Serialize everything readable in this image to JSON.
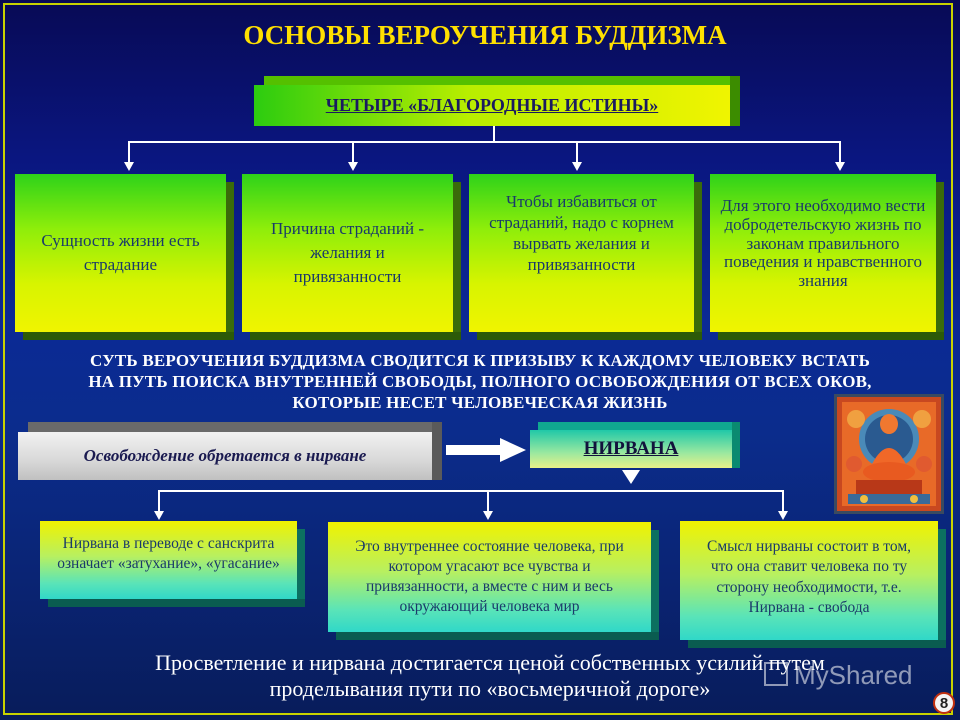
{
  "title": "ОСНОВЫ ВЕРОУЧЕНИЯ БУДДИЗМА",
  "truths_header": "ЧЕТЫРЕ «БЛАГОРОДНЫЕ ИСТИНЫ»",
  "truths": [
    "Сущность жизни есть страдание",
    "Причина страданий - желания и привязанности",
    "Чтобы избавиться от страданий, надо с корнем вырвать желания и привязанности",
    "Для этого необходимо вести добродетельскую жизнь по законам правильного поведения и нравственного знания"
  ],
  "summary_lines": [
    "СУТЬ ВЕРОУЧЕНИЯ БУДДИЗМА СВОДИТСЯ К ПРИЗЫВУ К КАЖДОМУ ЧЕЛОВЕКУ ВСТАТЬ",
    "НА ПУТЬ ПОИСКА ВНУТРЕННЕЙ СВОБОДЫ, ПОЛНОГО ОСВОБОЖДЕНИЯ ОТ ВСЕХ ОКОВ,",
    "КОТОРЫЕ НЕСЕТ ЧЕЛОВЕЧЕСКАЯ ЖИЗНЬ"
  ],
  "liberation_text": "Освобождение обретается в нирване",
  "nirvana_label": "НИРВАНА",
  "nirvana_details": [
    "Нирвана в переводе с санскрита означает «затухание», «угасание»",
    "Это внутреннее состояние человека, при котором угасают все чувства и привязанности, а вместе с ним и весь окружающий человека мир",
    "Смысл нирваны состоит в том, что она ставит человека по ту сторону необходимости, т.е. Нирвана - свобода"
  ],
  "footer_lines": [
    "Просветление и нирвана достигается ценой собственных усилий путем",
    "проделывания пути по «восьмеричной дороге»"
  ],
  "watermark": "MyShared",
  "page_number": "8",
  "colors": {
    "title": "#ffe000",
    "box_green": "#8fee0a",
    "box_cyan": "#30d8c8",
    "box_text": "#1a3a6a",
    "background": "#0b2a95"
  },
  "icons": [
    "buddha-thangka-image",
    "right-arrow-icon",
    "down-triangle-icon",
    "watermark-logo-icon"
  ]
}
